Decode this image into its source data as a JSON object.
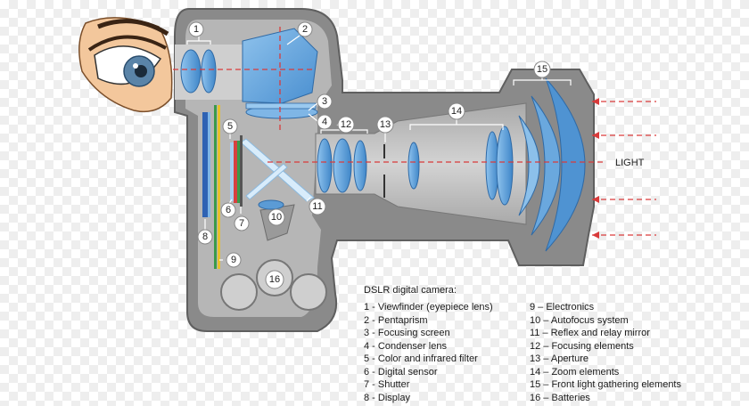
{
  "diagram": {
    "light_label": "LIGHT",
    "callouts": {
      "c1": "1",
      "c2": "2",
      "c3": "3",
      "c4": "4",
      "c5": "5",
      "c6": "6",
      "c7": "7",
      "c8": "8",
      "c9": "9",
      "c10": "10",
      "c11": "11",
      "c12": "12",
      "c13": "13",
      "c14": "14",
      "c15": "15",
      "c16": "16"
    }
  },
  "legend": {
    "title": "DSLR digital camera:",
    "left_items": [
      "1 - Viewfinder (eyepiece lens)",
      "2 - Pentaprism",
      "3 - Focusing screen",
      "4 - Condenser lens",
      "5 - Color and infrared filter",
      "6 - Digital sensor",
      "7 - Shutter",
      "8 - Display"
    ],
    "right_items": [
      "9 – Electronics",
      "10 – Autofocus system",
      "11 – Reflex and relay mirror",
      "12 – Focusing elements",
      "13 – Aperture",
      "14 – Zoom elements",
      "15 – Front light gathering elements",
      "16 – Batteries"
    ]
  },
  "colors": {
    "body_outer": "#8a8a8a",
    "body_inner": "#b4b4b4",
    "lens_blue": "#5b9bd5",
    "ray_red": "#d93b3b"
  }
}
